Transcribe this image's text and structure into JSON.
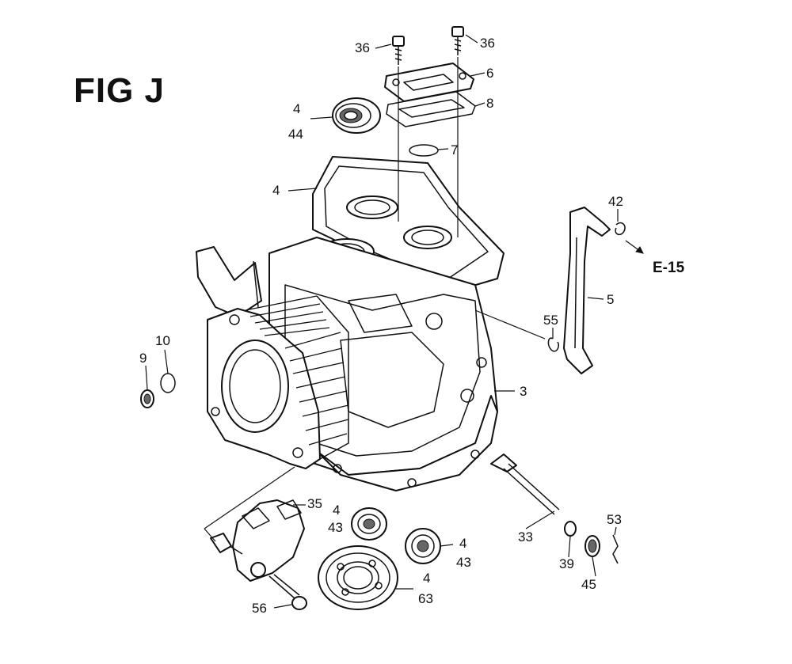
{
  "figure": {
    "title": "FIG J",
    "reference": "E-15",
    "callouts": [
      {
        "id": "c36a",
        "text": "36"
      },
      {
        "id": "c36b",
        "text": "36"
      },
      {
        "id": "c6",
        "text": "6"
      },
      {
        "id": "c8",
        "text": "8"
      },
      {
        "id": "c7",
        "text": "7"
      },
      {
        "id": "c4a",
        "text": "4"
      },
      {
        "id": "c44",
        "text": "44"
      },
      {
        "id": "c4b",
        "text": "4"
      },
      {
        "id": "c42",
        "text": "42"
      },
      {
        "id": "c5",
        "text": "5"
      },
      {
        "id": "c55",
        "text": "55"
      },
      {
        "id": "c10",
        "text": "10"
      },
      {
        "id": "c9",
        "text": "9"
      },
      {
        "id": "c3",
        "text": "3"
      },
      {
        "id": "c35",
        "text": "35"
      },
      {
        "id": "c4c",
        "text": "4"
      },
      {
        "id": "c43a",
        "text": "43"
      },
      {
        "id": "c4d",
        "text": "4"
      },
      {
        "id": "c43b",
        "text": "43"
      },
      {
        "id": "c4e",
        "text": "4"
      },
      {
        "id": "c63",
        "text": "63"
      },
      {
        "id": "c56",
        "text": "56"
      },
      {
        "id": "c33",
        "text": "33"
      },
      {
        "id": "c39",
        "text": "39"
      },
      {
        "id": "c45",
        "text": "45"
      },
      {
        "id": "c53",
        "text": "53"
      }
    ]
  }
}
